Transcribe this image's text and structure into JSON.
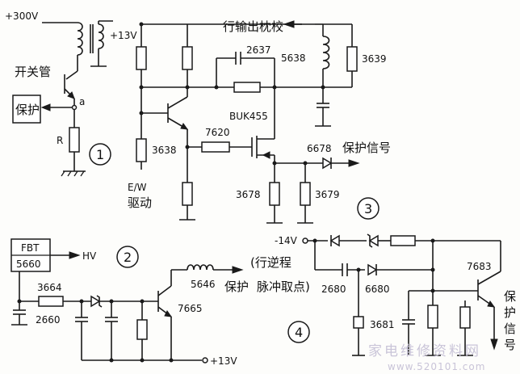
{
  "labels": {
    "v300": "+300V",
    "v13_top": "+13V",
    "kaiguanguan": "开关管",
    "baohu_box": "保护",
    "node_a": "a",
    "r": "R",
    "circle1": "1",
    "c2637": "2637",
    "r5638": "5638",
    "r3639": "3639",
    "hang_shuchu": "行输出枕校",
    "buk455": "BUK455",
    "r3638": "3638",
    "r7620": "7620",
    "d6678": "6678",
    "baohu_xinhao_1": "保护信号",
    "ew": "E/W",
    "qudong": "驱动",
    "r3678": "3678",
    "r3679": "3679",
    "circle3": "3",
    "fbt": "FBT",
    "fbt_num": "5660",
    "hv": "HV",
    "circle2": "2",
    "r3664": "3664",
    "c2660": "2660",
    "l5646": "5646",
    "baohu_2": "保护",
    "hang_nicheng": "(行逆程",
    "maichong": "脉冲取点)",
    "t7665": "7665",
    "v13_bottom": "+13V",
    "vneg14": "-14V",
    "c2680": "2680",
    "d6680": "6680",
    "t7683": "7683",
    "c3681": "3681",
    "circle4": "4",
    "baohu_xinhao_v": [
      "保",
      "护",
      "信",
      "号"
    ],
    "watermark": "家电维修资料网",
    "watermark_url": "www.520101.com"
  }
}
